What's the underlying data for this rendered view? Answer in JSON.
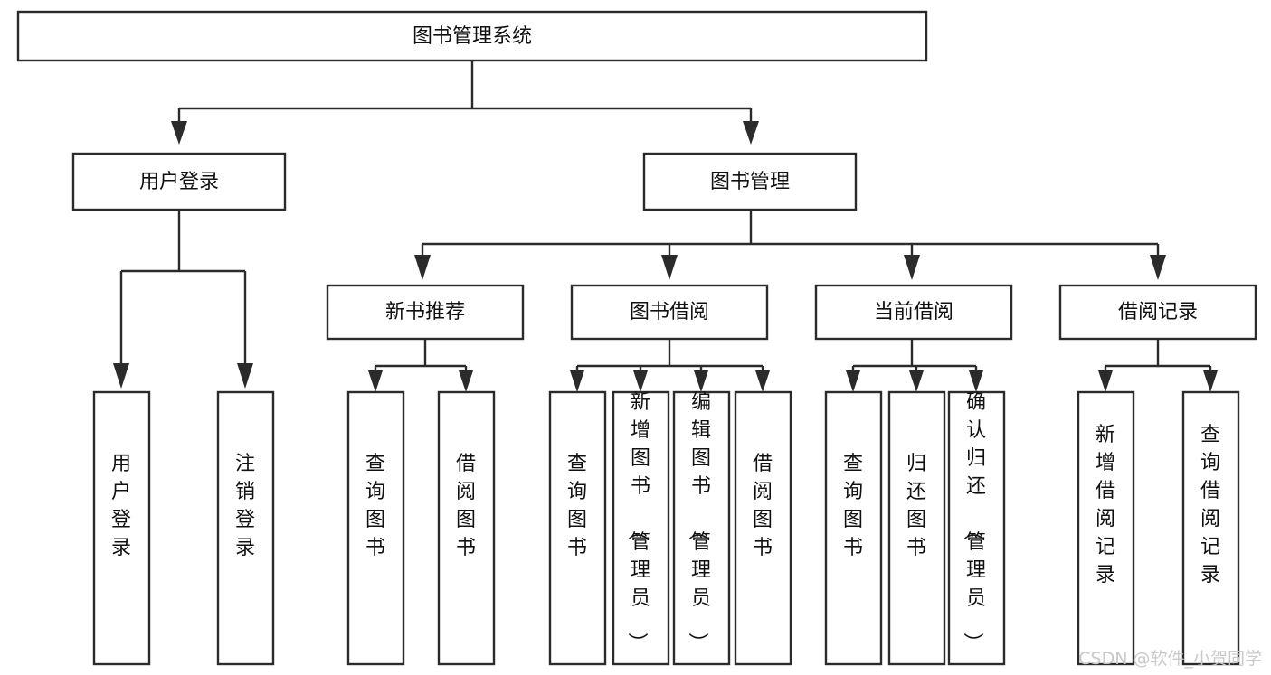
{
  "diagram": {
    "title": "图书管理系统",
    "type": "tree-hierarchy-chart",
    "root": {
      "id": "root",
      "label": "图书管理系统"
    },
    "level2": [
      {
        "id": "user-login",
        "label": "用户登录"
      },
      {
        "id": "book-manage",
        "label": "图书管理"
      }
    ],
    "level3": [
      {
        "id": "new-book-recommend",
        "label": "新书推荐",
        "parent": "book-manage"
      },
      {
        "id": "book-borrow",
        "label": "图书借阅",
        "parent": "book-manage"
      },
      {
        "id": "current-borrow",
        "label": "当前借阅",
        "parent": "book-manage"
      },
      {
        "id": "borrow-record",
        "label": "借阅记录",
        "parent": "book-manage"
      }
    ],
    "leaves": [
      {
        "id": "leaf-user-login",
        "label": "用户登录",
        "parent": "user-login"
      },
      {
        "id": "leaf-logout-login",
        "label": "注销登录",
        "parent": "user-login"
      },
      {
        "id": "leaf-query-book-1",
        "label": "查询图书",
        "parent": "new-book-recommend"
      },
      {
        "id": "leaf-borrow-book-1",
        "label": "借阅图书",
        "parent": "new-book-recommend"
      },
      {
        "id": "leaf-query-book-2",
        "label": "查询图书",
        "parent": "book-borrow"
      },
      {
        "id": "leaf-add-book",
        "label": "新增图书（管理员）",
        "parent": "book-borrow"
      },
      {
        "id": "leaf-edit-book",
        "label": "编辑图书（管理员）",
        "parent": "book-borrow"
      },
      {
        "id": "leaf-borrow-book-2",
        "label": "借阅图书",
        "parent": "book-borrow"
      },
      {
        "id": "leaf-query-book-3",
        "label": "查询图书",
        "parent": "current-borrow"
      },
      {
        "id": "leaf-return-book",
        "label": "归还图书",
        "parent": "current-borrow"
      },
      {
        "id": "leaf-confirm-return",
        "label": "确认归还（管理员）",
        "parent": "current-borrow"
      },
      {
        "id": "leaf-add-record",
        "label": "新增借阅记录",
        "parent": "borrow-record"
      },
      {
        "id": "leaf-query-record",
        "label": "查询借阅记录",
        "parent": "borrow-record"
      }
    ],
    "colors": {
      "box_stroke": "#2b2b2b",
      "box_fill": "#ffffff",
      "text": "#111111",
      "background": "#ffffff",
      "watermark": "#c9c9c9"
    }
  },
  "watermark": {
    "text": "CSDN @软件_小贺同学"
  }
}
